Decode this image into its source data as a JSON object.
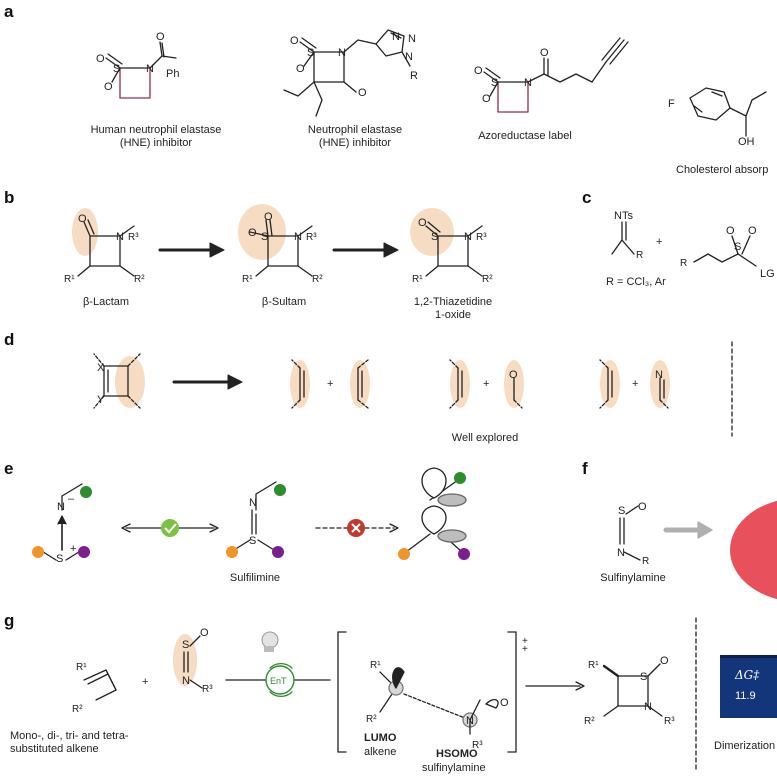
{
  "panels": {
    "a": "a",
    "b": "b",
    "c": "c",
    "d": "d",
    "e": "e",
    "f": "f",
    "g": "g"
  },
  "panel_a": {
    "cap1_l1": "Human neutrophil elastase",
    "cap1_l2": "(HNE) inhibitor",
    "cap2_l1": "Neutrophil elastase",
    "cap2_l2": "(HNE) inhibitor",
    "cap3": "Azoreductase label",
    "cap4": "Cholesterol absorp",
    "ph": "Ph",
    "r": "R",
    "f": "F",
    "oh": "OH"
  },
  "panel_b": {
    "cap1": "β-Lactam",
    "cap2": "β-Sultam",
    "cap3_l1": "1,2-Thiazetidine",
    "cap3_l2": "1-oxide"
  },
  "panel_c": {
    "nts": "NTs",
    "r_def": "R = CCl₃, Ar",
    "lg": "LG",
    "plus": "+"
  },
  "panel_d": {
    "caption": "Well explored",
    "plus": "+"
  },
  "panel_e": {
    "caption": "Sulfilimine"
  },
  "panel_f": {
    "caption": "Sulfinylamine"
  },
  "panel_g": {
    "alkene_l1": "Mono-, di-, tri- and tetra-",
    "alkene_l2": "substituted alkene",
    "ent": "EnT",
    "lumo": "LUMO",
    "lumo_sub": "alkene",
    "hsomo": "HSOMO",
    "hsomo_sub": "sulfinylamine",
    "dg_symbol": "ΔG‡",
    "dg_value": "11.9",
    "dimer": "Dimerization"
  },
  "colors": {
    "highlight": "#f7dcc4",
    "ring_red": "#9a2a4a",
    "green_dot": "#2e8b2e",
    "orange_dot": "#f0952a",
    "purple_dot": "#7b1f8c",
    "check_green": "#7cc242",
    "cross_red": "#c0392b",
    "dg_blue": "#13357a"
  }
}
